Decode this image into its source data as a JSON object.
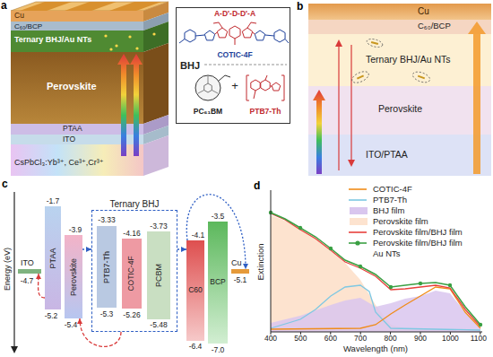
{
  "diagram": {
    "nodes": [
      {
        "text": [
          "BHJ"
        ]
      },
      {
        "text": [
          "Cu"
        ]
      },
      {
        "text": [
          "C₆₀/BCP"
        ]
      },
      {
        "text": [
          "Ternary BHJ/Au NTs"
        ]
      },
      {
        "text": [
          "Perovskite"
        ]
      },
      {
        "text": [
          "ITO/PTAA"
        ]
      },
      {
        "text": [
          "ITO"
        ]
      },
      {
        "text": [
          "PTAA"
        ]
      },
      {
        "text": [
          "Perovskite"
        ]
      },
      {
        "text": [
          "Ternary BHJ"
        ]
      },
      {
        "text": [
          "PTB7-Th"
        ],
        "in": 9
      },
      {
        "text": [
          "COTIC-4F"
        ],
        "in": 9
      },
      {
        "text": [
          "PCBM"
        ],
        "in": 9
      },
      {
        "text": [
          "C60"
        ]
      },
      {
        "text": [
          "BCP"
        ]
      },
      {
        "text": [
          "Cu"
        ]
      }
    ],
    "edges": [
      {
        "from": 8,
        "to": 9,
        "arrow": "to"
      },
      {
        "from": 9,
        "to": 13,
        "arrow": "to"
      },
      {
        "from": 13,
        "to": 15,
        "arrow": "to"
      },
      {
        "from": 9,
        "to": 8,
        "arrow": "to"
      },
      {
        "from": 7,
        "to": 6,
        "arrow": "to"
      }
    ],
    "labels": [
      "a",
      "Cu",
      "C₆₀/BCP",
      "Ternary BHJ/Au NTs",
      "Perovskite",
      "PTAA",
      "ITO",
      "CsPbCl₃:Yb³⁺, Ce³⁺,Cr³⁺",
      "A-D'-D-D'-A",
      "COTIC-4F",
      "PC₆₁BM",
      "+",
      "PTB7-Th",
      "b",
      "c",
      "Energy (eV)",
      "-4.7",
      "-1.7",
      "-5.2",
      "-3.9",
      "-5.4",
      "-3.33",
      "-5.3",
      "-4.16",
      "-5.26",
      "-3.73",
      "-5.48",
      "-4.1",
      "-6.4",
      "-3.5",
      "-7.0",
      "-5.1",
      "d",
      "Extinction",
      "400",
      "500",
      "600",
      "700",
      "800",
      "900",
      "1000",
      "1100",
      "Wavelength (nm)"
    ],
    "legend": [
      {
        "text": "COTIC-4F"
      },
      {
        "text": "PTB7-Th"
      },
      {
        "text": "BHJ film",
        "color": "#d9c6ee"
      },
      {
        "text": "Perovskite film",
        "color": "#fde3cf"
      },
      {
        "text": "Perovskite film/BHJ film"
      },
      {
        "text": "Perovskite film/BHJ film Au NTs"
      }
    ]
  }
}
